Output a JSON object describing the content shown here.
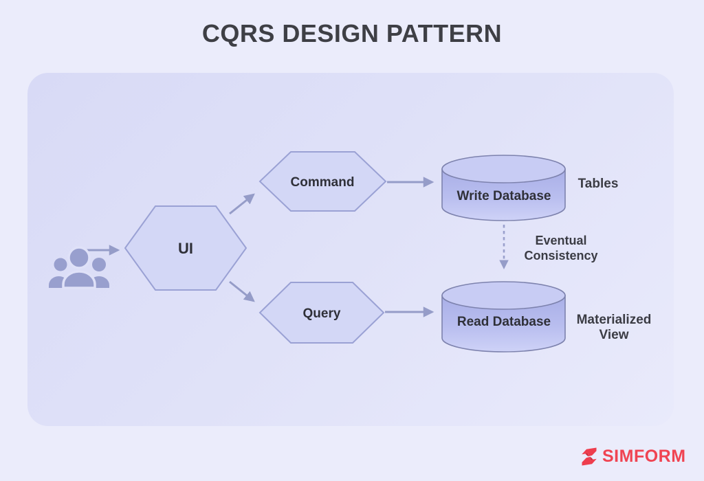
{
  "page": {
    "title": "CQRS DESIGN PATTERN"
  },
  "diagram": {
    "actor": {
      "icon": "users-group-icon"
    },
    "nodes": [
      {
        "id": "ui",
        "label": "UI",
        "shape": "hexagon"
      },
      {
        "id": "command",
        "label": "Command",
        "shape": "hexagon"
      },
      {
        "id": "query",
        "label": "Query",
        "shape": "hexagon"
      },
      {
        "id": "write-db",
        "label": "Write Database",
        "shape": "cylinder"
      },
      {
        "id": "read-db",
        "label": "Read Database",
        "shape": "cylinder"
      }
    ],
    "labels": {
      "tables": "Tables",
      "materialized_line1": "Materialized",
      "materialized_line2": "View",
      "eventual_line1": "Eventual",
      "eventual_line2": "Consistency"
    },
    "edges": [
      {
        "from": "users",
        "to": "ui",
        "style": "solid"
      },
      {
        "from": "ui",
        "to": "command",
        "style": "solid"
      },
      {
        "from": "ui",
        "to": "query",
        "style": "solid"
      },
      {
        "from": "command",
        "to": "write-db",
        "style": "solid"
      },
      {
        "from": "query",
        "to": "read-db",
        "style": "solid"
      },
      {
        "from": "write-db",
        "to": "read-db",
        "style": "dashed",
        "label": "Eventual Consistency"
      }
    ]
  },
  "branding": {
    "logo_text": "SIMFORM"
  },
  "colors": {
    "page_bg": "#ebecfb",
    "panel_bg_start": "#d8daf6",
    "panel_bg_end": "#e9eafb",
    "node_fill": "#d3d7f6",
    "node_stroke": "#9aa1d4",
    "cylinder_top": "#c8ccf4",
    "cylinder_body_top": "#a9afe7",
    "cylinder_body_bottom": "#ced2f7",
    "cylinder_stroke": "#7d82ad",
    "arrow": "#959cc8",
    "text_dark": "#2f3038",
    "logo_red": "#f04452"
  }
}
